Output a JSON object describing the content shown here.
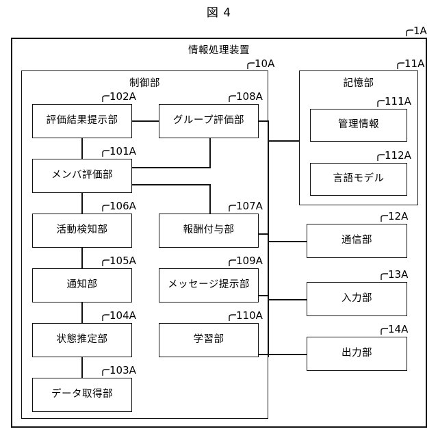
{
  "figure": {
    "title": "図 4",
    "outer": {
      "label": "情報処理装置",
      "ref": "1A"
    }
  },
  "control_section": {
    "label": "制御部",
    "ref": "10A",
    "left_column": [
      {
        "label": "評価結果提示部",
        "ref": "102A"
      },
      {
        "label": "メンバ評価部",
        "ref": "101A"
      },
      {
        "label": "活動検知部",
        "ref": "106A"
      },
      {
        "label": "通知部",
        "ref": "105A"
      },
      {
        "label": "状態推定部",
        "ref": "104A"
      },
      {
        "label": "データ取得部",
        "ref": "103A"
      }
    ],
    "right_column": [
      {
        "label": "グループ評価部",
        "ref": "108A"
      },
      {
        "label": "報酬付与部",
        "ref": "107A"
      },
      {
        "label": "メッセージ提示部",
        "ref": "109A"
      },
      {
        "label": "学習部",
        "ref": "110A"
      }
    ]
  },
  "storage_section": {
    "label": "記憶部",
    "ref": "11A",
    "items": [
      {
        "label": "管理情報",
        "ref": "111A"
      },
      {
        "label": "言語モデル",
        "ref": "112A"
      }
    ]
  },
  "peripheral_sections": [
    {
      "label": "通信部",
      "ref": "12A"
    },
    {
      "label": "入力部",
      "ref": "13A"
    },
    {
      "label": "出力部",
      "ref": "14A"
    }
  ],
  "colors": {
    "ink": "#111111",
    "paper": "#ffffff"
  }
}
